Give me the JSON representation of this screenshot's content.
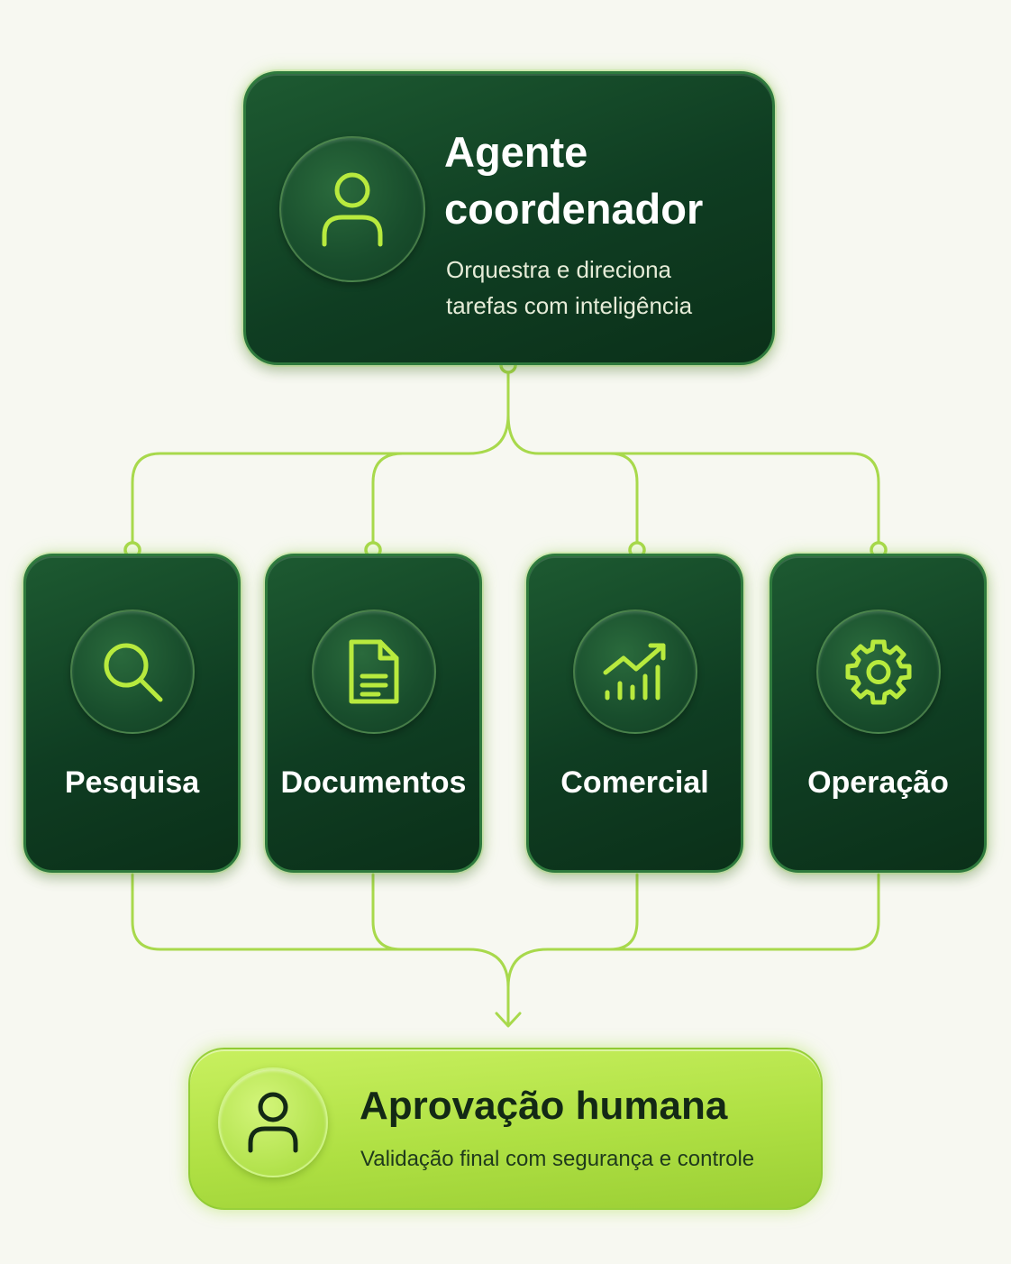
{
  "coordinator": {
    "title": "Agente coordenador",
    "subtitle": "Orquestra e direciona tarefas com inteligência",
    "icon": "user-icon"
  },
  "branches": [
    {
      "label": "Pesquisa",
      "icon": "search-icon"
    },
    {
      "label": "Documentos",
      "icon": "document-icon"
    },
    {
      "label": "Comercial",
      "icon": "growth-chart-icon"
    },
    {
      "label": "Operação",
      "icon": "gear-icon"
    }
  ],
  "approval": {
    "title": "Aprovação humana",
    "subtitle": "Validação final com segurança e controle",
    "icon": "user-icon"
  },
  "colors": {
    "background": "#f7f8f1",
    "card_dark": "#0f3d22",
    "accent_lime": "#a6dc3a",
    "approval_fill": "#b5e34a",
    "text_dark": "#132915"
  }
}
